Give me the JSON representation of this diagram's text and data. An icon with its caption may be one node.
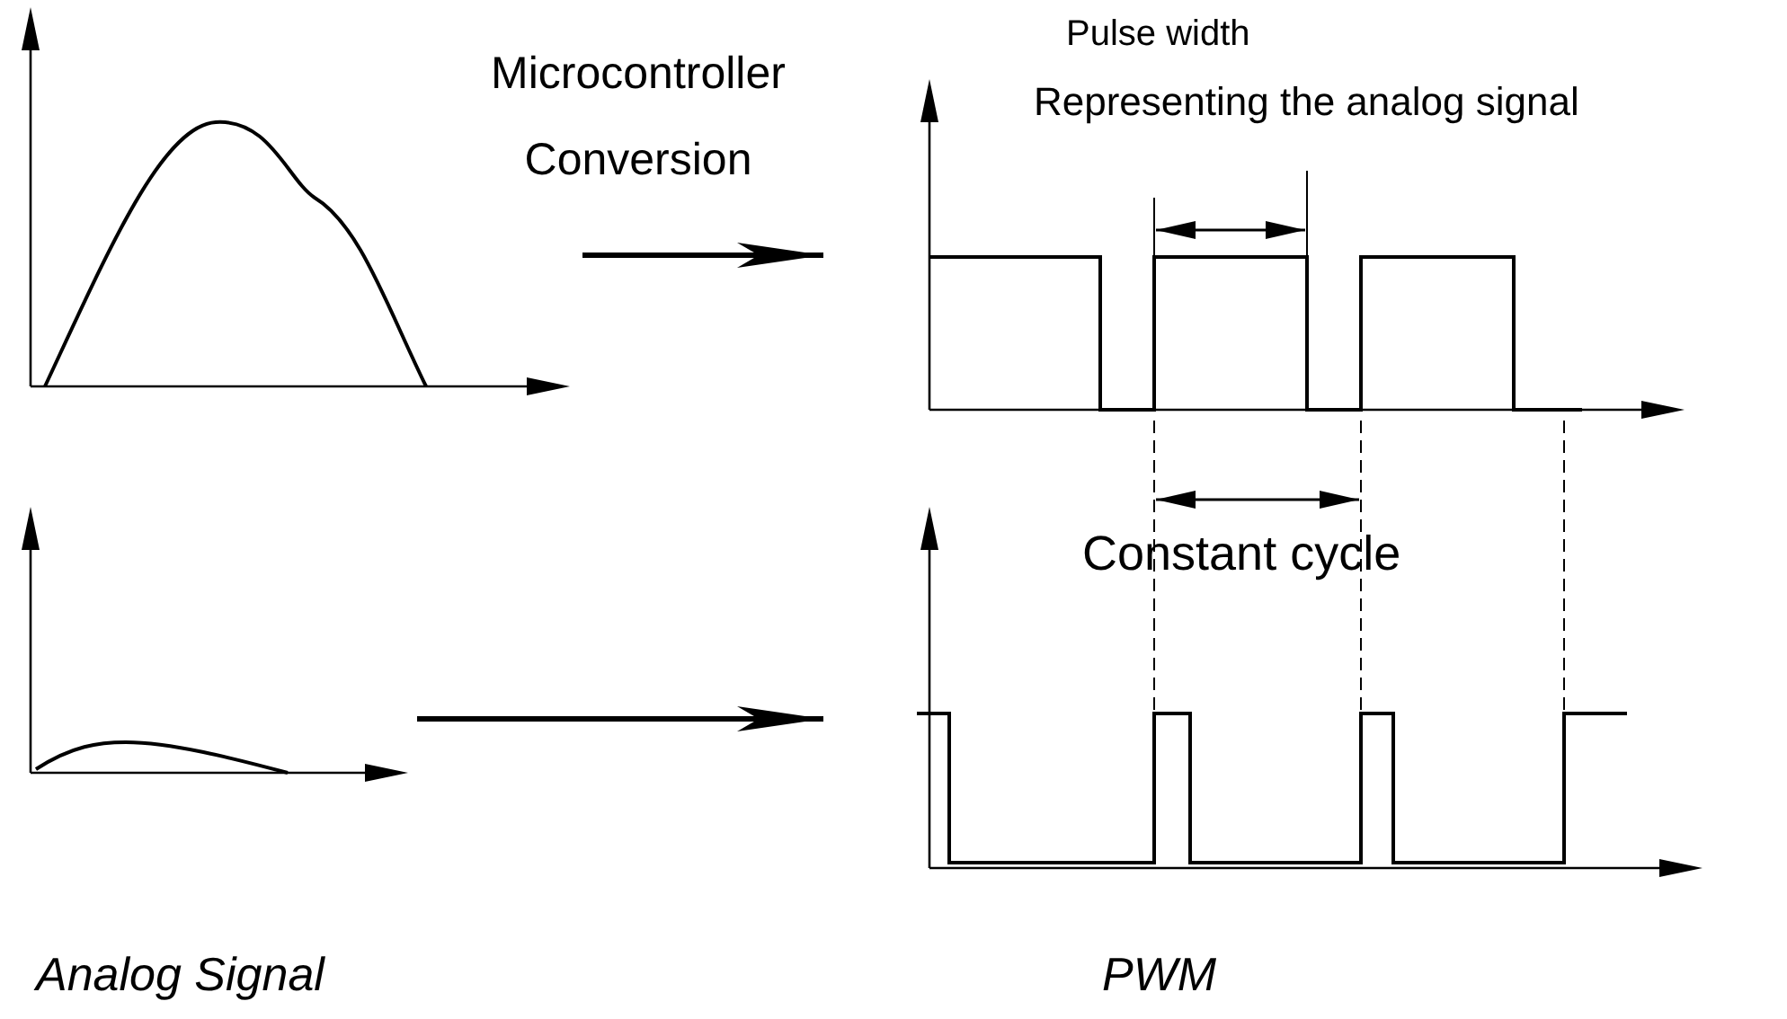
{
  "diagram": {
    "nodes": [
      {
        "text": [],
        "shape": "graph"
      },
      {
        "text": [],
        "shape": "graph"
      },
      {
        "text": [],
        "shape": "graph"
      },
      {
        "text": [],
        "shape": "graph"
      }
    ],
    "edges": [
      {
        "from": 0,
        "to": 1,
        "arrow": "to",
        "label": "Microcontroller Conversion"
      },
      {
        "from": 2,
        "to": 3,
        "arrow": "to"
      }
    ],
    "labels": [
      "Pulse width",
      "Representing the analog signal",
      "Constant cycle",
      "Analog Signal",
      "PWM"
    ]
  }
}
